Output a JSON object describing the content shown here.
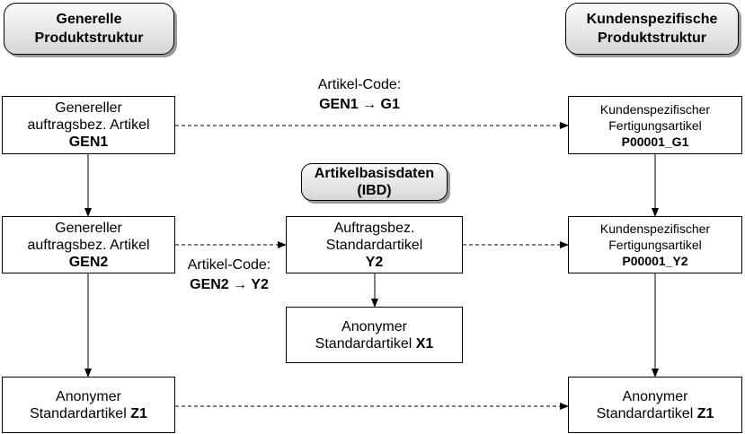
{
  "headers": {
    "left": {
      "line1": "Generelle",
      "line2": "Produktstruktur"
    },
    "right": {
      "line1": "Kundenspezifische",
      "line2": "Produktstruktur"
    },
    "center": {
      "line1": "Artikelbasisdaten",
      "line2": "(IBD)"
    }
  },
  "boxes": {
    "gen1": {
      "line1": "Genereller",
      "line2": "auftragsbez. Artikel",
      "code": "GEN1"
    },
    "gen2": {
      "line1": "Genereller",
      "line2": "auftragsbez. Artikel",
      "code": "GEN2"
    },
    "z1_left": {
      "line1": "Anonymer",
      "line2": "Standardartikel",
      "code": "Z1"
    },
    "y2": {
      "line1": "Auftragsbez.",
      "line2": "Standardartikel",
      "code": "Y2"
    },
    "x1": {
      "line1": "Anonymer",
      "line2": "Standardartikel",
      "code": "X1"
    },
    "p_g1": {
      "line1": "Kundenspezifischer",
      "line2": "Fertigungsartikel",
      "code": "P00001_G1"
    },
    "p_y2": {
      "line1": "Kundenspezifischer",
      "line2": "Fertigungsartikel",
      "code": "P00001_Y2"
    },
    "z1_right": {
      "line1": "Anonymer",
      "line2": "Standardartikel",
      "code": "Z1"
    }
  },
  "codes": {
    "top": {
      "label": "Artikel-Code:",
      "mapping": "GEN1 → G1"
    },
    "middle": {
      "label": "Artikel-Code:",
      "mapping": "GEN2 → Y2"
    }
  }
}
